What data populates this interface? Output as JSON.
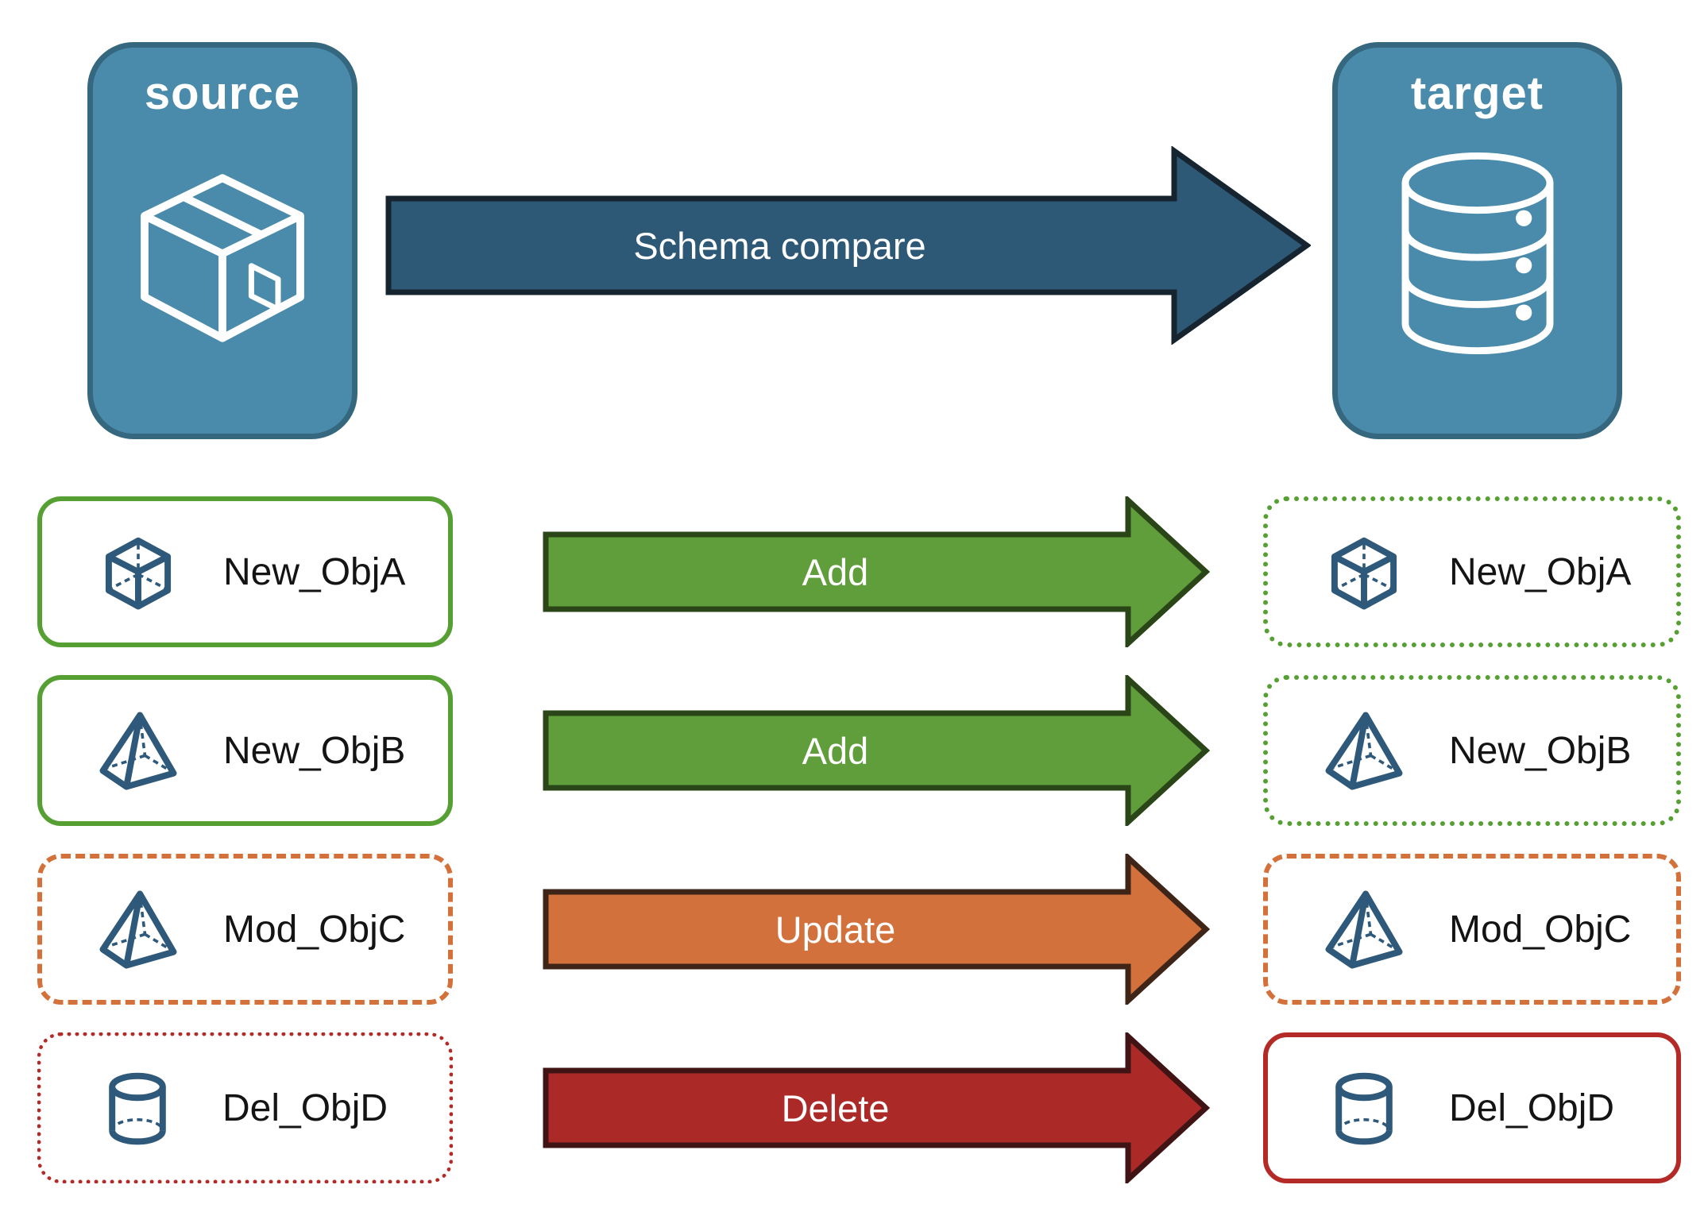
{
  "nodes": {
    "source": {
      "label": "source",
      "icon": "package-icon"
    },
    "target": {
      "label": "target",
      "icon": "database-icon"
    }
  },
  "compare_arrow": {
    "label": "Schema compare"
  },
  "rows": [
    {
      "name": "New_ObjA",
      "icon": "cube-icon",
      "action": "Add",
      "left_border": "solid-green",
      "right_border": "dotted-green"
    },
    {
      "name": "New_ObjB",
      "icon": "pyramid-icon",
      "action": "Add",
      "left_border": "solid-green",
      "right_border": "dotted-green"
    },
    {
      "name": "Mod_ObjC",
      "icon": "pyramid-icon",
      "action": "Update",
      "left_border": "dashed-orange",
      "right_border": "dashed-orange"
    },
    {
      "name": "Del_ObjD",
      "icon": "cylinder-icon",
      "action": "Delete",
      "left_border": "dotted-red",
      "right_border": "solid-red"
    }
  ],
  "colors": {
    "node_fill": "#4a8bab",
    "node_border": "#35677e",
    "compare_fill": "#2d5876",
    "compare_border": "#16242f",
    "add_fill": "#5f9e3a",
    "add_border": "#2a4517",
    "update_fill": "#d3713c",
    "update_border": "#3f2517",
    "delete_fill": "#ab2a28",
    "delete_border": "#401414",
    "green": "#56a033",
    "orange": "#d4703a",
    "red": "#b42a26",
    "icon_blue": "#2e597a",
    "label_text": "#141414",
    "arrow_text": "#ffffff"
  }
}
